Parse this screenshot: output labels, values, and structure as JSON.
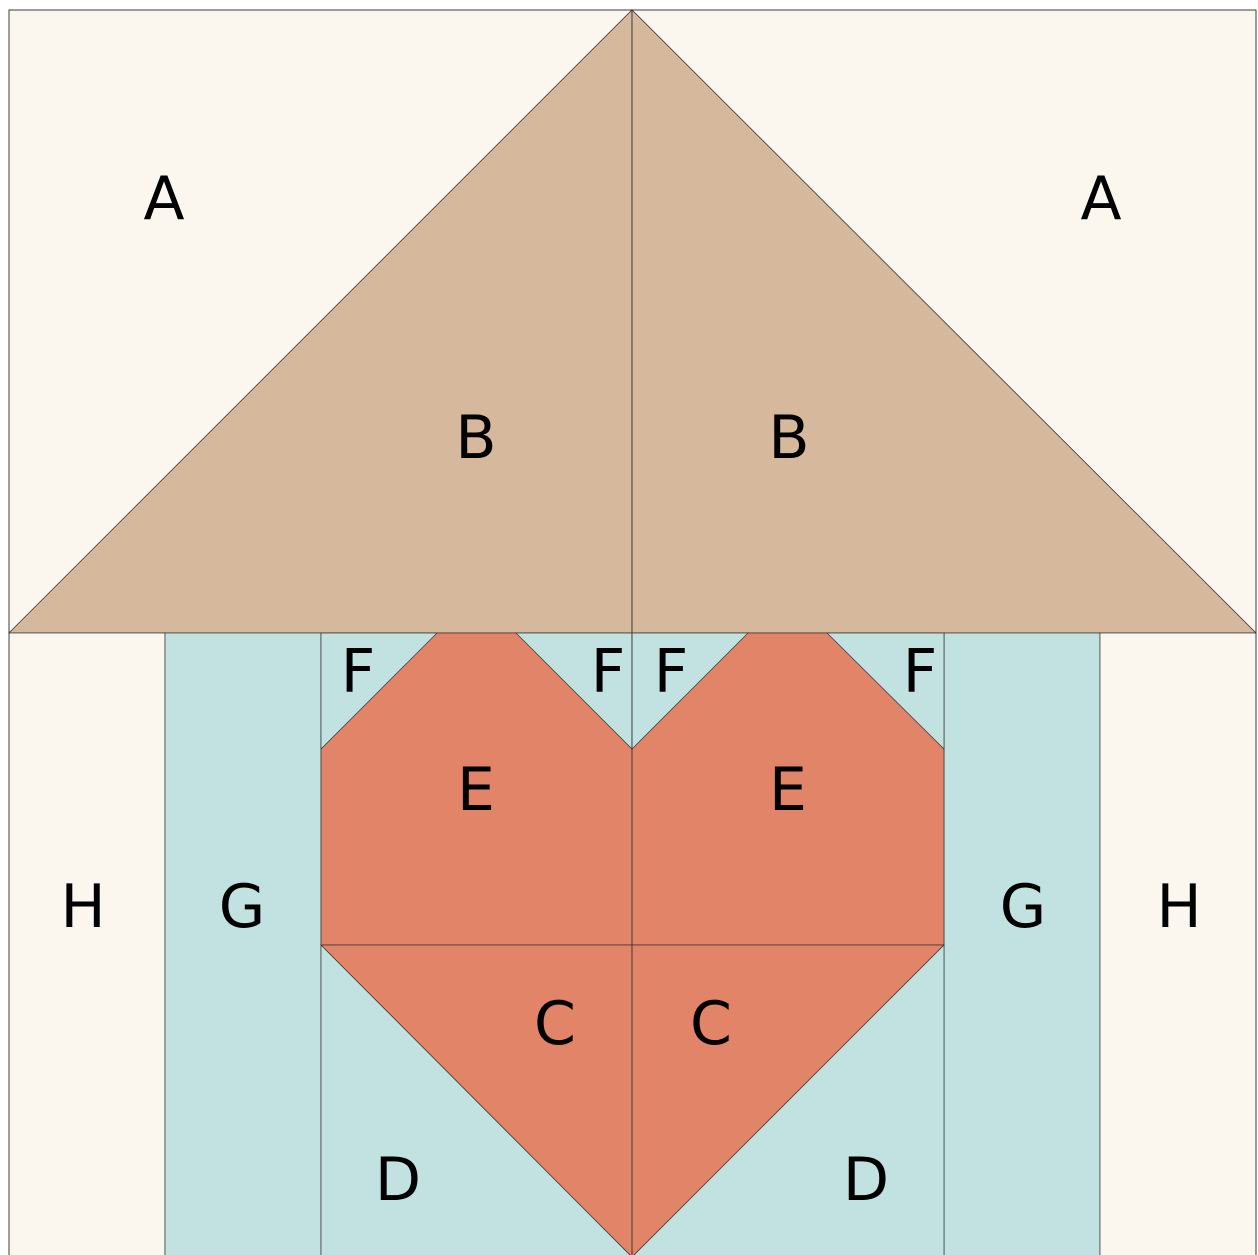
{
  "diagram": {
    "colors": {
      "background_fabric": "#fbf6ee",
      "roof_fabric": "#d6b89c",
      "heart_fabric": "#e28468",
      "sky_fabric": "#c2e1e1",
      "seam_line": "#333333"
    },
    "labels": {
      "a_left": "A",
      "a_right": "A",
      "b_left": "B",
      "b_right": "B",
      "f_1": "F",
      "f_2": "F",
      "f_3": "F",
      "f_4": "F",
      "e_left": "E",
      "e_right": "E",
      "h_left": "H",
      "h_right": "H",
      "g_left": "G",
      "g_right": "G",
      "c_left": "C",
      "c_right": "C",
      "d_left": "D",
      "d_right": "D"
    }
  }
}
